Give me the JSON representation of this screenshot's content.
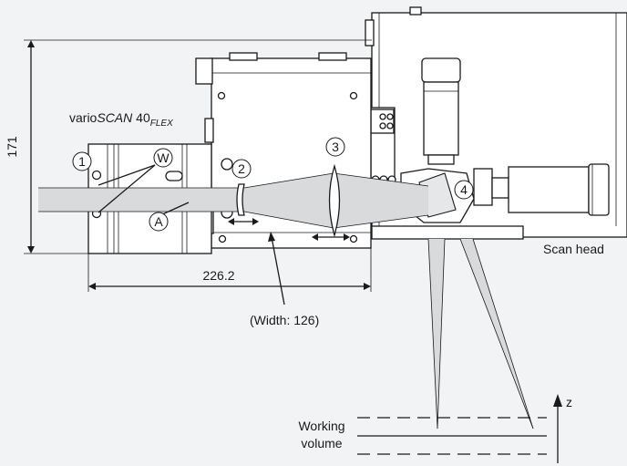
{
  "product_label": {
    "prefix": "vario",
    "name_italic": "SCAN",
    "size": " 40",
    "subscript": "FLEX"
  },
  "dimensions": {
    "height": "171",
    "length": "226.2",
    "width_note": "(Width: 126)"
  },
  "callouts": {
    "c1": "1",
    "c2": "2",
    "c3": "3",
    "c4": "4",
    "w": "W",
    "a": "A"
  },
  "labels": {
    "scan_head": "Scan head",
    "working_volume_line1": "Working",
    "working_volume_line2": "volume",
    "z_axis": "z"
  }
}
